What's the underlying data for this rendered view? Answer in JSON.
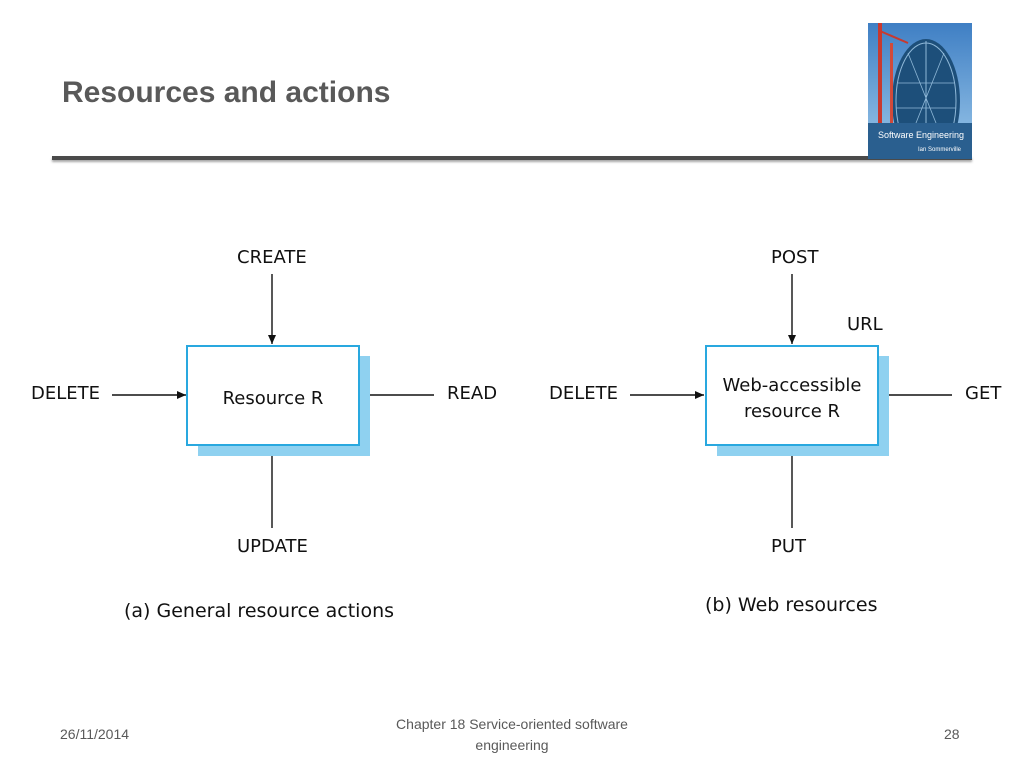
{
  "slide": {
    "title": "Resources and actions",
    "footer": {
      "date": "26/11/2014",
      "center_line1": "Chapter 18 Service-oriented software",
      "center_line2": "engineering",
      "page_number": "28"
    }
  },
  "cover_image": {
    "title": "Software Engineering",
    "author": "Ian Sommerville"
  },
  "diagram_a": {
    "top": "CREATE",
    "left": "DELETE",
    "right": "READ",
    "bottom": "UPDATE",
    "box": "Resource R",
    "caption": "(a) General resource actions"
  },
  "diagram_b": {
    "top": "POST",
    "url": "URL",
    "left": "DELETE",
    "right": "GET",
    "bottom": "PUT",
    "box_line1": "Web-accessible",
    "box_line2": "resource R",
    "caption": "(b) Web resources"
  },
  "colors": {
    "box_border": "#29a8df",
    "box_shadow": "#8fd1f0",
    "title": "#595959"
  }
}
